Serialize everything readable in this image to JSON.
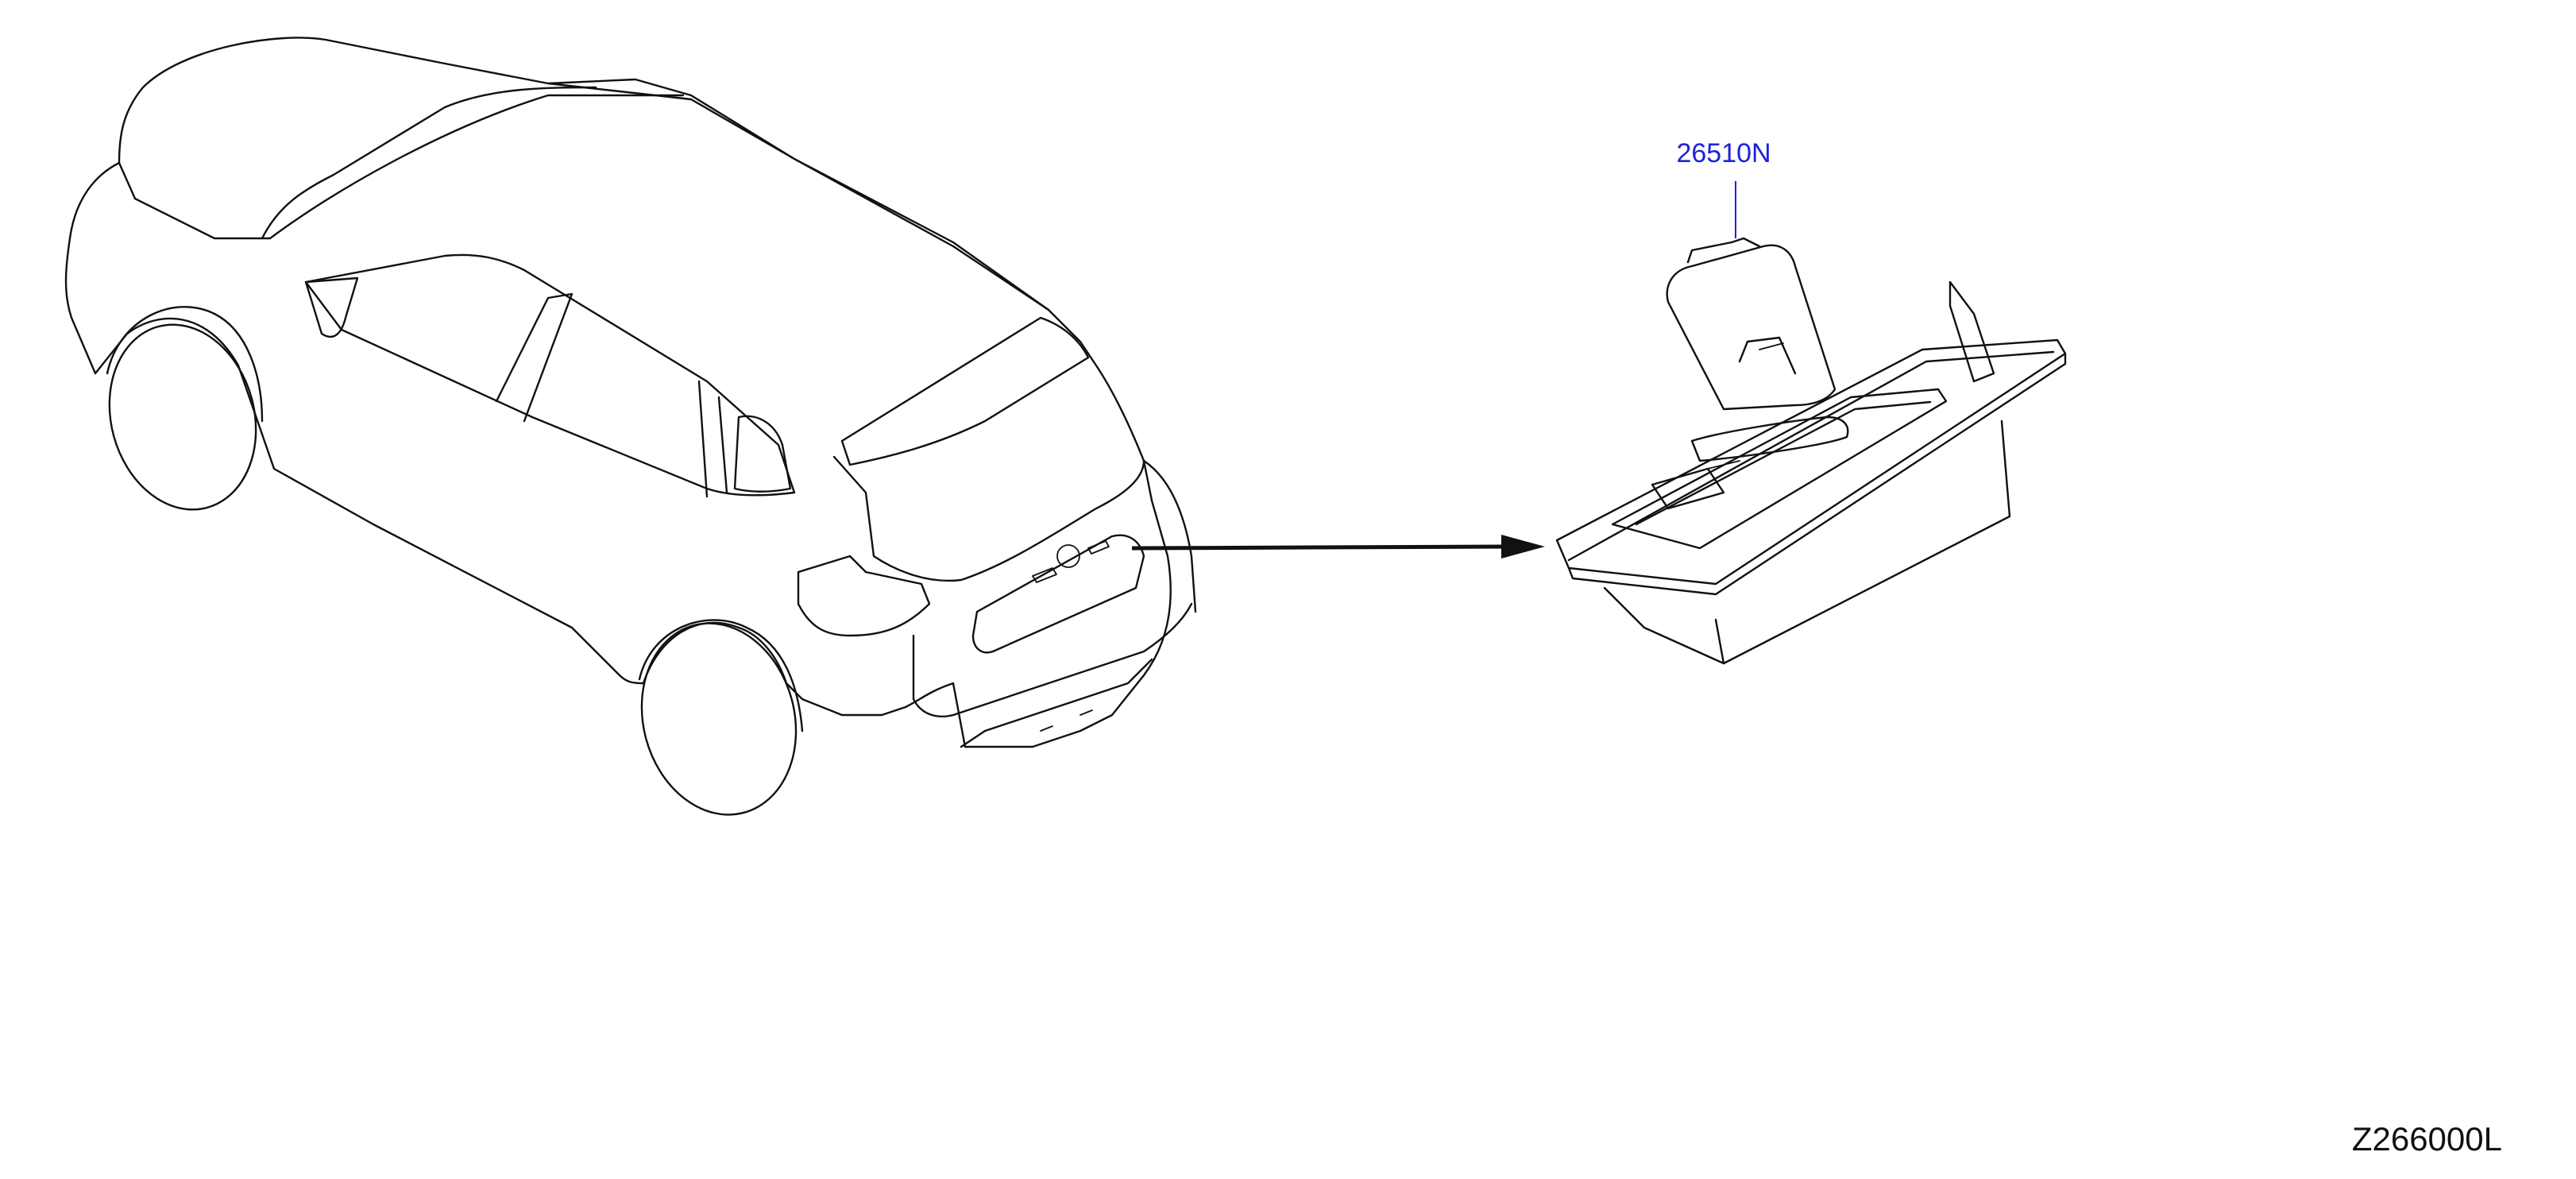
{
  "part_callout": {
    "number": "26510N",
    "color": "#1f22d8",
    "description_icon": "license-plate-lamp"
  },
  "drawing_code": "Z266000L",
  "vehicle": {
    "icon": "suv-rear-three-quarter-outline"
  },
  "arrow": {
    "icon": "arrow-right"
  }
}
